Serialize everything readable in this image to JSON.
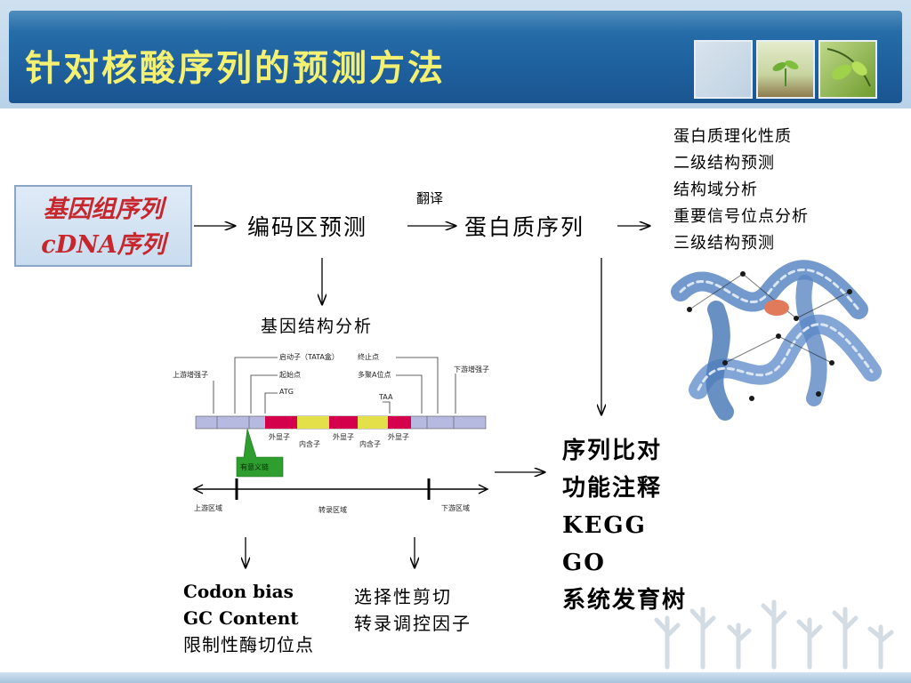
{
  "title": "针对核酸序列的预测方法",
  "genome_box": {
    "line1": "基因组序列",
    "line2": "cDNA序列"
  },
  "nodes": {
    "coding_region": "编码区预测",
    "translation": "翻译",
    "protein_sequence": "蛋白质序列",
    "gene_structure": "基因结构分析"
  },
  "protein_properties": [
    "蛋白质理化性质",
    "二级结构预测",
    "结构域分析",
    "重要信号位点分析",
    "三级结构预测"
  ],
  "sequence_analysis": [
    "序列比对",
    "功能注释",
    "KEGG",
    "GO",
    "系统发育树"
  ],
  "codon_analysis": [
    "Codon bias",
    "GC Content",
    "限制性酶切位点"
  ],
  "splicing_analysis": [
    "选择性剪切",
    "转录调控因子"
  ],
  "gene_diagram": {
    "labels": {
      "upstream_enhancer": "上游增强子",
      "promoter": "启动子（TATA盒）",
      "start_site": "起始点",
      "atg": "ATG",
      "terminator": "终止点",
      "polya": "多聚A位点",
      "taa": "TAA",
      "downstream_enhancer": "下游增强子",
      "exon1": "外显子",
      "intron1": "内含子",
      "exon2": "外显子",
      "intron2": "内含子",
      "exon3": "外显子",
      "sense_strand": "有意义链",
      "upstream_region": "上游区域",
      "transcribed_region": "转录区域",
      "downstream_region": "下游区域"
    }
  },
  "colors": {
    "title_text": "#f4f072",
    "title_band": "#1f62a0",
    "genome_text": "#c8262d",
    "exon": "#d4004c",
    "intron": "#e3e04a",
    "utr": "#b6b9e0",
    "sense_box": "#2e9e2e"
  }
}
